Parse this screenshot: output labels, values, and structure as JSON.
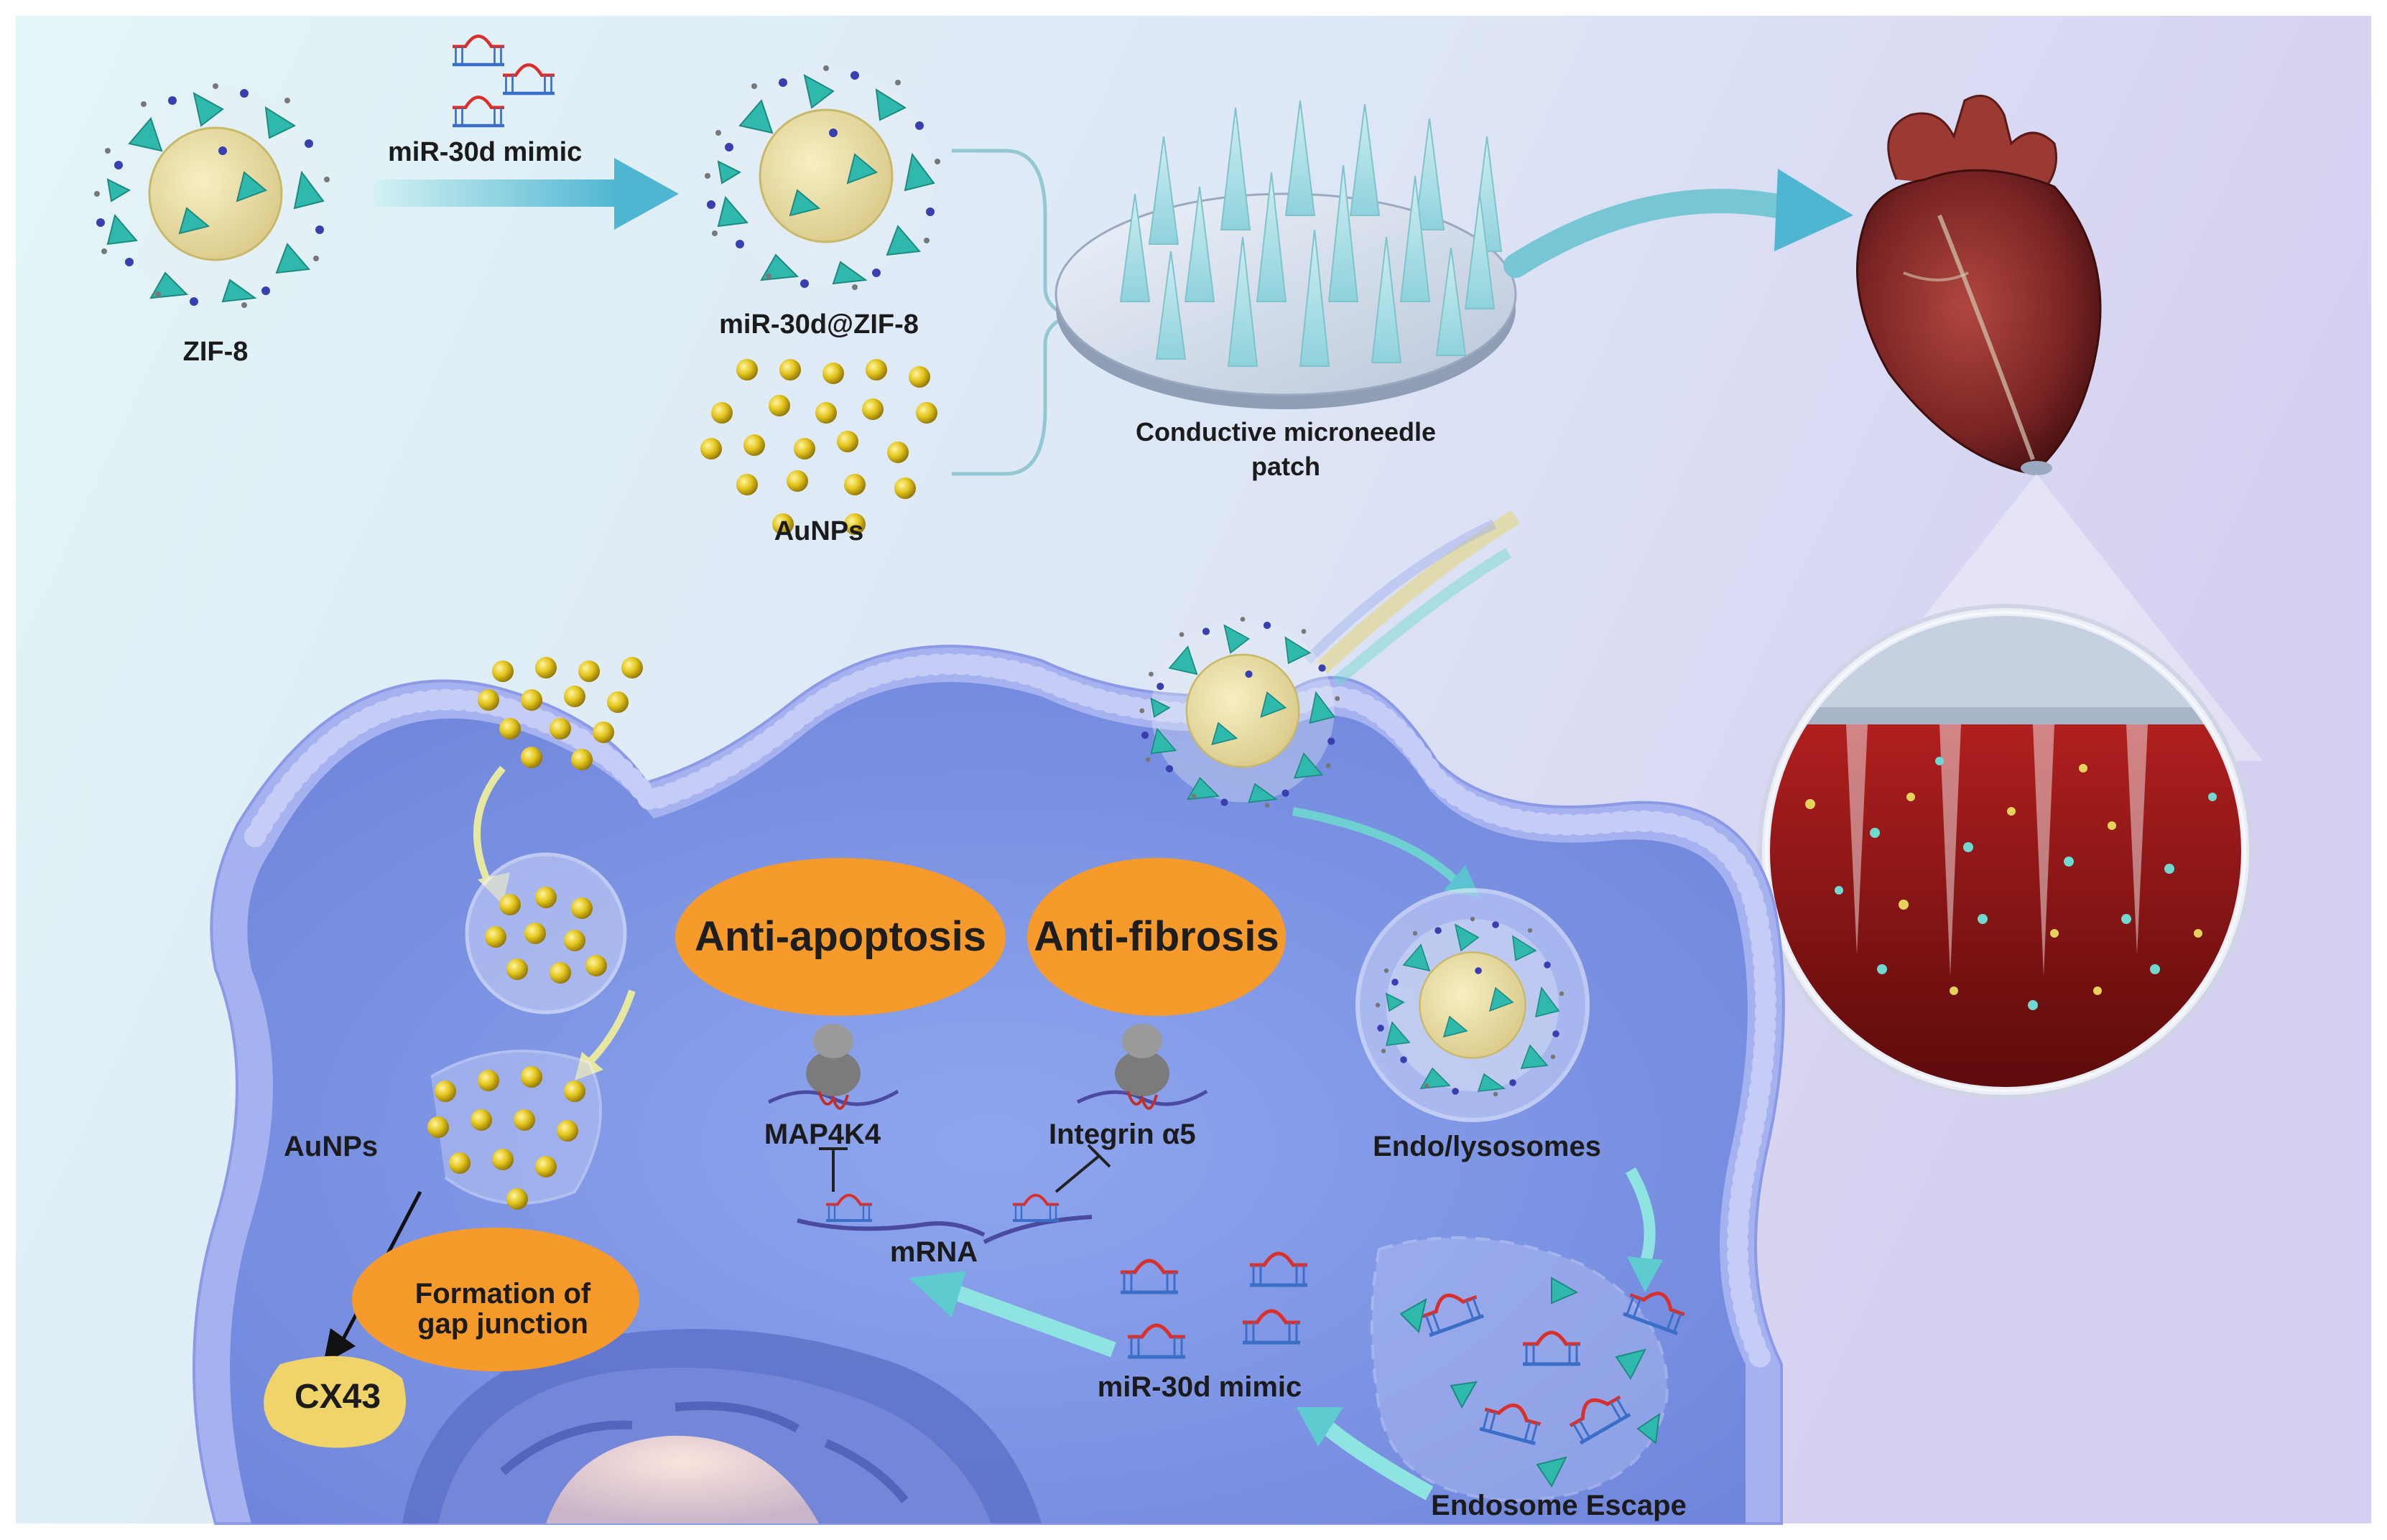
{
  "figure": {
    "labels": {
      "zif8": "ZIF-8",
      "mimic_top": "miR-30d mimic",
      "mir_zif8": "miR-30d@ZIF-8",
      "aunps_top": "AuNPs",
      "patch_line1": "Conductive microneedle",
      "patch_line2": "patch",
      "anti_apoptosis": "Anti-apoptosis",
      "anti_fibrosis": "Anti-fibrosis",
      "map4k4": "MAP4K4",
      "integrin": "Integrin α5",
      "mrna": "mRNA",
      "aunps_cell": "AuNPs",
      "endo": "Endo/lysosomes",
      "gap_line1": "Formation of",
      "gap_line2": "gap junction",
      "cx43": "CX43",
      "mimic_cell": "miR-30d mimic",
      "escape": "Endosome Escape"
    },
    "colors": {
      "background_left": "#dff4f6",
      "background_right": "#d8d2f0",
      "cell_blue": "#7f97e6",
      "membrane": "#9aa7ee",
      "orange_oval": "#f59a2b",
      "cx43_yellow": "#f0d46a",
      "teal_arrow": "#6fd0d2",
      "gold_particle": "#e0c21a",
      "zif_teal": "#34c3b5",
      "rna_red": "#d9302b",
      "rna_blue": "#3b6fc7",
      "heart_red": "#8a2a2a"
    }
  }
}
